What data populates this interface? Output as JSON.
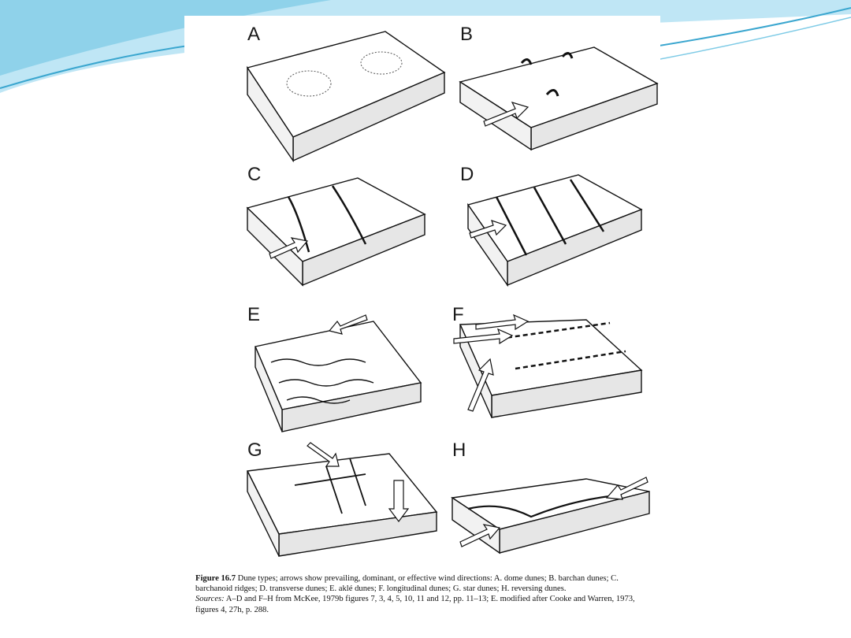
{
  "colors": {
    "background": "#ffffff",
    "swoosh_light": "#bfe6f5",
    "swoosh_mid": "#7fcbe6",
    "swoosh_dark": "#3aa6cf",
    "ink": "#111111"
  },
  "figure": {
    "panels": [
      {
        "letter": "A",
        "icon": "dome-dunes-block"
      },
      {
        "letter": "B",
        "icon": "barchan-dunes-block"
      },
      {
        "letter": "C",
        "icon": "barchanoid-ridges-block"
      },
      {
        "letter": "D",
        "icon": "transverse-dunes-block"
      },
      {
        "letter": "E",
        "icon": "akle-dunes-block"
      },
      {
        "letter": "F",
        "icon": "longitudinal-dunes-block"
      },
      {
        "letter": "G",
        "icon": "star-dunes-block"
      },
      {
        "letter": "H",
        "icon": "reversing-dunes-block"
      }
    ],
    "caption": {
      "fig_label": "Figure 16.7",
      "fig_text": "Dune types; arrows show prevailing, dominant, or effective wind directions: A. dome dunes; B. barchan dunes; C. barchanoid ridges; D. transverse dunes; E. aklé dunes; F. longitudinal dunes; G. star dunes; H. reversing dunes.",
      "sources_label": "Sources:",
      "sources_text": "A–D and F–H from McKee, 1979b figures 7, 3, 4, 5, 10, 11 and 12, pp. 11–13; E. modified after Cooke and Warren, 1973, figures 4, 27h, p. 288."
    }
  }
}
